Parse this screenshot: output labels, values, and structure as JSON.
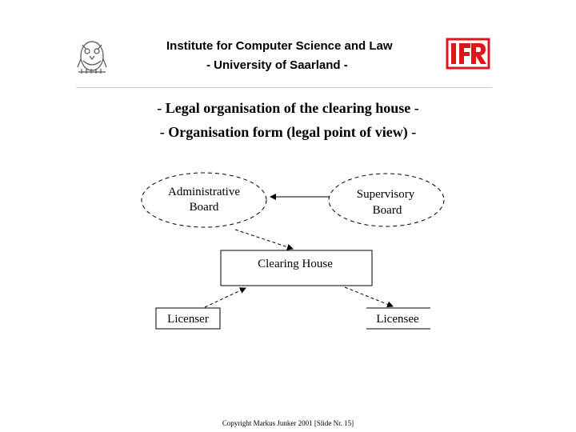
{
  "header": {
    "line1": "Institute for Computer Science and Law",
    "line2": "- University of Saarland -",
    "logo_letters": "IFR"
  },
  "titles": {
    "line1": "- Legal organisation of the clearing house -",
    "line2": "- Organisation form (legal point of view) -"
  },
  "diagram": {
    "nodes": {
      "admin_line1": "Administrative",
      "admin_line2": "Board",
      "supervisory_line1": "Supervisory",
      "supervisory_line2": "Board",
      "clearing_house": "Clearing House",
      "licenser": "Licenser",
      "licensee": "Licensee"
    }
  },
  "footer": {
    "text": "Copyright Markus Junker 2001 [Slide Nr. 15]"
  },
  "colors": {
    "logo_red": "#e0151b",
    "rule": "#c8c8c8"
  }
}
